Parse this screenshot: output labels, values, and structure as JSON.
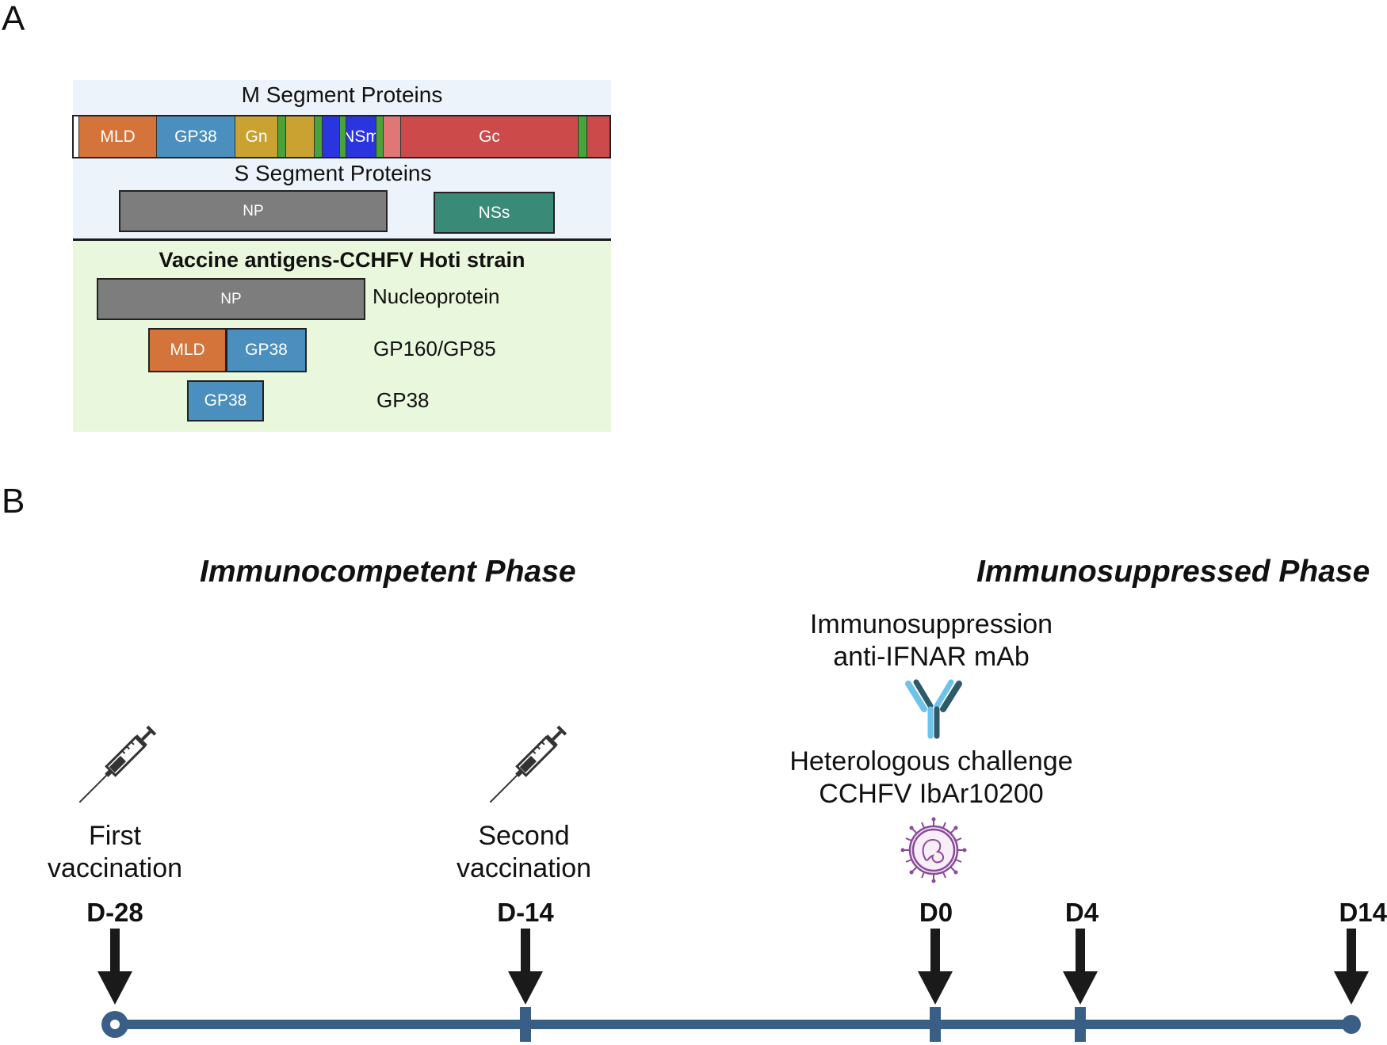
{
  "panel_a": {
    "label": "A",
    "m_title": "M Segment Proteins",
    "m_segments": [
      {
        "label": "",
        "color": "#ffffff"
      },
      {
        "label": "MLD",
        "color": "#d4733a"
      },
      {
        "label": "GP38",
        "color": "#4a8fbd"
      },
      {
        "label": "Gn",
        "color": "#c9a232"
      },
      {
        "label": "",
        "color": "#4aa33a"
      },
      {
        "label": "",
        "color": "#c9a232"
      },
      {
        "label": "",
        "color": "#4aa33a"
      },
      {
        "label": "",
        "color": "#2a35e0"
      },
      {
        "label": "",
        "color": "#4aa33a"
      },
      {
        "label": "NSm",
        "color": "#2a35e0"
      },
      {
        "label": "",
        "color": "#4aa33a"
      },
      {
        "label": "",
        "color": "#e07676"
      },
      {
        "label": "Gc",
        "color": "#cc4a4a"
      },
      {
        "label": "",
        "color": "#4aa33a"
      },
      {
        "label": "",
        "color": "#cc4a4a"
      }
    ],
    "s_title": "S Segment Proteins",
    "s_np": "NP",
    "s_nss": "NSs",
    "vaccine_title": "Vaccine antigens-CCHFV Hoti strain",
    "v_np": "NP",
    "v_np_name": "Nucleoprotein",
    "v_mld": "MLD",
    "v_gp38a": "GP38",
    "v_gp160_name": "GP160/GP85",
    "v_gp38b": "GP38",
    "v_gp38_name": "GP38",
    "colors": {
      "top_bg": "#edf3fb",
      "bottom_bg": "#e9f7dc",
      "np": "#7d7d7d",
      "nss": "#3a8a78",
      "mld": "#d4733a",
      "gp38": "#4a8fbd"
    }
  },
  "panel_b": {
    "label": "B",
    "phase_left": "Immunocompetent Phase",
    "phase_right": "Immunosuppressed Phase",
    "immuno_line1": "Immunosuppression",
    "immuno_line2": "anti-IFNAR mAb",
    "challenge_line1": "Heterologous challenge",
    "challenge_line2": "CCHFV IbAr10200",
    "first_line1": "First",
    "first_line2": "vaccination",
    "second_line1": "Second",
    "second_line2": "vaccination",
    "days": [
      "D-28",
      "D-14",
      "D0",
      "D4",
      "D14"
    ],
    "icons": [
      "syringe-icon",
      "antibody-icon",
      "virus-icon"
    ],
    "colors": {
      "timeline": "#3a5f86",
      "arrow": "#1a1a1a",
      "antibody_light": "#6ec3e8",
      "antibody_dark": "#2f5a6a",
      "virus": "#8a4a9a"
    }
  }
}
